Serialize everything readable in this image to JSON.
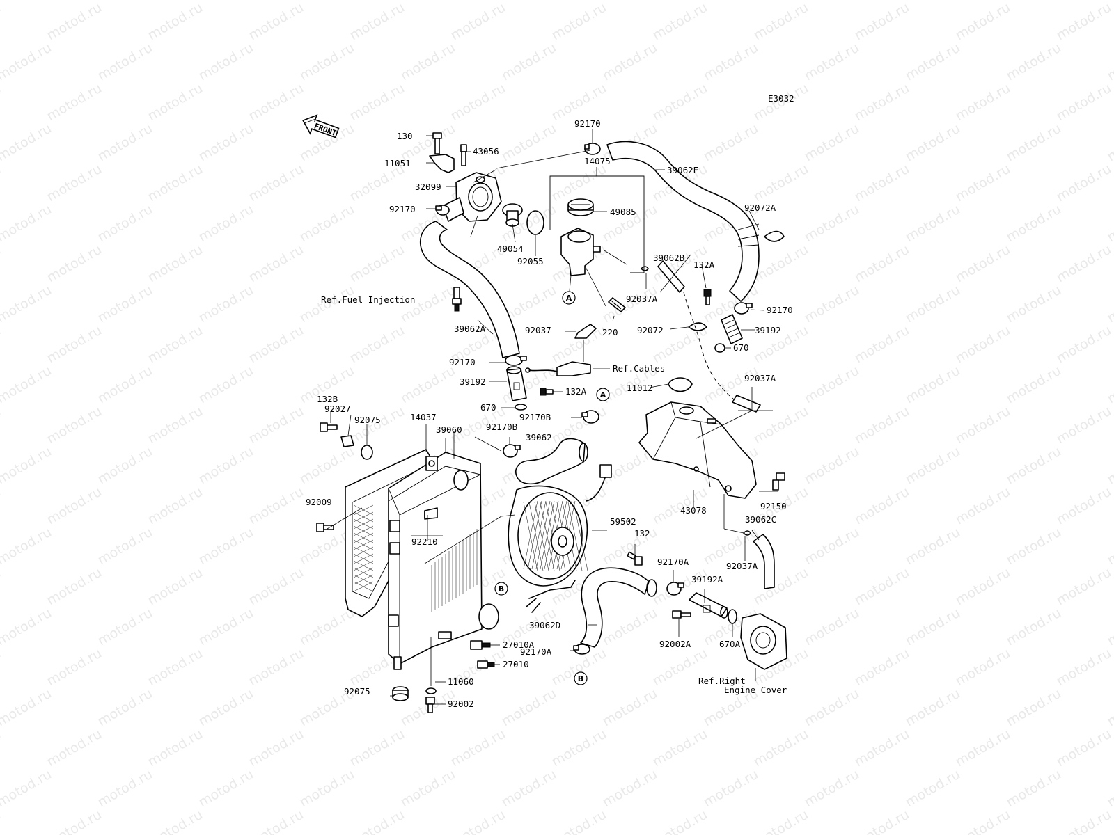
{
  "diagram_code": "E3032",
  "front_label": "FRONT",
  "watermark_text": "motod.ru",
  "parts": [
    {
      "id": "p130",
      "label": "130"
    },
    {
      "id": "p43056",
      "label": "43056"
    },
    {
      "id": "p11051",
      "label": "11051"
    },
    {
      "id": "p32099",
      "label": "32099"
    },
    {
      "id": "p92170_top",
      "label": "92170"
    },
    {
      "id": "p39062E",
      "label": "39062E"
    },
    {
      "id": "p14075",
      "label": "14075"
    },
    {
      "id": "p49085",
      "label": "49085"
    },
    {
      "id": "p92170_left",
      "label": "92170"
    },
    {
      "id": "p92072A",
      "label": "92072A"
    },
    {
      "id": "p49054",
      "label": "49054"
    },
    {
      "id": "p92055",
      "label": "92055"
    },
    {
      "id": "p39062B",
      "label": "39062B"
    },
    {
      "id": "p132A_top",
      "label": "132A"
    },
    {
      "id": "pRefFuel",
      "label": "Ref.Fuel Injection"
    },
    {
      "id": "p92037A_mid",
      "label": "92037A"
    },
    {
      "id": "p92170_right",
      "label": "92170"
    },
    {
      "id": "p220",
      "label": "220"
    },
    {
      "id": "p39062A",
      "label": "39062A"
    },
    {
      "id": "p92037",
      "label": "92037"
    },
    {
      "id": "p92072",
      "label": "92072"
    },
    {
      "id": "p39192_right",
      "label": "39192"
    },
    {
      "id": "p670_right",
      "label": "670"
    },
    {
      "id": "p92170_mid",
      "label": "92170"
    },
    {
      "id": "pRefCables",
      "label": "Ref.Cables"
    },
    {
      "id": "p39192_mid",
      "label": "39192"
    },
    {
      "id": "p92037A_right",
      "label": "92037A"
    },
    {
      "id": "p132A_mid",
      "label": "132A"
    },
    {
      "id": "p11012",
      "label": "11012"
    },
    {
      "id": "p670_mid",
      "label": "670"
    },
    {
      "id": "p92170B_a",
      "label": "92170B"
    },
    {
      "id": "p132B",
      "label": "132B"
    },
    {
      "id": "p92027",
      "label": "92027"
    },
    {
      "id": "p92075_top",
      "label": "92075"
    },
    {
      "id": "p14037",
      "label": "14037"
    },
    {
      "id": "p39060",
      "label": "39060"
    },
    {
      "id": "p92170B_b",
      "label": "92170B"
    },
    {
      "id": "p39062",
      "label": "39062"
    },
    {
      "id": "p92150",
      "label": "92150"
    },
    {
      "id": "p92009",
      "label": "92009"
    },
    {
      "id": "p59502",
      "label": "59502"
    },
    {
      "id": "p43078",
      "label": "43078"
    },
    {
      "id": "p39062C",
      "label": "39062C"
    },
    {
      "id": "p132",
      "label": "132"
    },
    {
      "id": "p92210",
      "label": "92210"
    },
    {
      "id": "p92037A_low",
      "label": "92037A"
    },
    {
      "id": "p92170A_a",
      "label": "92170A"
    },
    {
      "id": "p39192A",
      "label": "39192A"
    },
    {
      "id": "p39062D",
      "label": "39062D"
    },
    {
      "id": "p92002A",
      "label": "92002A"
    },
    {
      "id": "p670A",
      "label": "670A"
    },
    {
      "id": "p27010A",
      "label": "27010A"
    },
    {
      "id": "p92170A_b",
      "label": "92170A"
    },
    {
      "id": "p27010",
      "label": "27010"
    },
    {
      "id": "p11060",
      "label": "11060"
    },
    {
      "id": "pRefRight1",
      "label": "Ref.Right"
    },
    {
      "id": "pRefRight2",
      "label": "Engine Cover"
    },
    {
      "id": "p92075_bot",
      "label": "92075"
    },
    {
      "id": "p92002",
      "label": "92002"
    }
  ],
  "callouts": [
    {
      "id": "cA1",
      "letter": "A"
    },
    {
      "id": "cA2",
      "letter": "A"
    },
    {
      "id": "cB1",
      "letter": "B"
    },
    {
      "id": "cB2",
      "letter": "B"
    }
  ]
}
